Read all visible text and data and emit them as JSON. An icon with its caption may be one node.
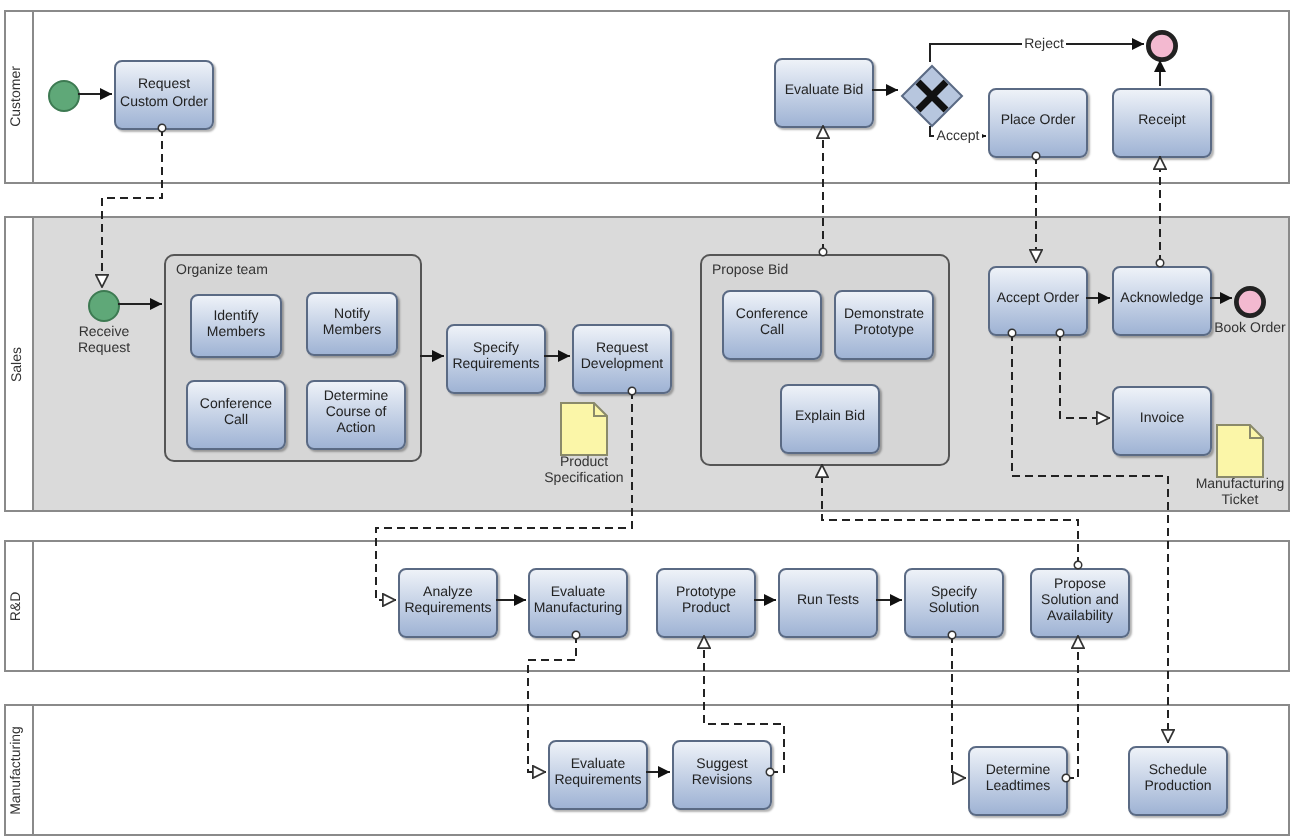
{
  "diagram": {
    "nodes": [
      {
        "text": [
          "Customer"
        ]
      },
      {
        "text": [
          "Sales"
        ]
      },
      {
        "text": [
          "R&D"
        ]
      },
      {
        "text": [
          "Manufacturing"
        ]
      },
      {
        "text": [],
        "shape": "circle",
        "in": 0
      },
      {
        "text": [
          "Request Custom Order"
        ],
        "in": 0
      },
      {
        "text": [
          "Evaluate Bid"
        ],
        "in": 0
      },
      {
        "text": [],
        "shape": "diamond",
        "in": 0
      },
      {
        "text": [
          "Place Order"
        ],
        "in": 0
      },
      {
        "text": [
          "Receipt"
        ],
        "in": 0
      },
      {
        "text": [],
        "shape": "circle",
        "in": 0
      },
      {
        "text": [],
        "shape": "circle",
        "in": 1,
        "beside": [
          "Receive Request"
        ]
      },
      {
        "text": [
          "Organize team"
        ],
        "in": 1
      },
      {
        "text": [
          "Identify Members"
        ],
        "in": 12
      },
      {
        "text": [
          "Notify Members"
        ],
        "in": 12
      },
      {
        "text": [
          "Conference Call"
        ],
        "in": 12
      },
      {
        "text": [
          "Determine Course of Action"
        ],
        "in": 12
      },
      {
        "text": [
          "Specify Requirements"
        ],
        "in": 1
      },
      {
        "text": [
          "Request Development"
        ],
        "in": 1
      },
      {
        "text": [
          "Product Specification"
        ],
        "in": 1
      },
      {
        "text": [
          "Propose Bid"
        ],
        "in": 1
      },
      {
        "text": [
          "Conference Call"
        ],
        "in": 20
      },
      {
        "text": [
          "Demonstrate Prototype"
        ],
        "in": 20
      },
      {
        "text": [
          "Explain Bid"
        ],
        "in": 20
      },
      {
        "text": [
          "Accept Order"
        ],
        "in": 1
      },
      {
        "text": [
          "Acknowledge"
        ],
        "in": 1
      },
      {
        "text": [],
        "shape": "circle",
        "in": 1,
        "beside": [
          "Book Order"
        ]
      },
      {
        "text": [
          "Invoice"
        ],
        "in": 1
      },
      {
        "text": [
          "Manufacturing Ticket"
        ],
        "in": 1
      },
      {
        "text": [
          "Analyze Requirements"
        ],
        "in": 2
      },
      {
        "text": [
          "Evaluate Manufacturing"
        ],
        "in": 2
      },
      {
        "text": [
          "Prototype Product"
        ],
        "in": 2
      },
      {
        "text": [
          "Run Tests"
        ],
        "in": 2
      },
      {
        "text": [
          "Specify Solution"
        ],
        "in": 2
      },
      {
        "text": [
          "Propose Solution and Availability"
        ],
        "in": 2
      },
      {
        "text": [
          "Evaluate Requirements"
        ],
        "in": 3
      },
      {
        "text": [
          "Suggest Revisions"
        ],
        "in": 3
      },
      {
        "text": [
          "Determine Leadtimes"
        ],
        "in": 3
      },
      {
        "text": [
          "Schedule Production"
        ],
        "in": 3
      }
    ],
    "edges": [
      {
        "from": 4,
        "to": 5,
        "arrow": "to"
      },
      {
        "from": 6,
        "to": 7,
        "arrow": "to"
      },
      {
        "from": 7,
        "to": 10,
        "arrow": "to",
        "label": "Reject"
      },
      {
        "from": 7,
        "to": 8,
        "arrow": "to",
        "label": "Accept"
      },
      {
        "from": 9,
        "to": 10,
        "arrow": "to"
      },
      {
        "from": 11,
        "to": 12,
        "arrow": "to"
      },
      {
        "from": 12,
        "to": 17,
        "arrow": "to"
      },
      {
        "from": 17,
        "to": 18,
        "arrow": "to"
      },
      {
        "from": 24,
        "to": 25,
        "arrow": "to"
      },
      {
        "from": 25,
        "to": 26,
        "arrow": "to"
      },
      {
        "from": 29,
        "to": 30,
        "arrow": "to"
      },
      {
        "from": 31,
        "to": 32,
        "arrow": "to"
      },
      {
        "from": 32,
        "to": 33,
        "arrow": "to"
      },
      {
        "from": 35,
        "to": 36,
        "arrow": "to"
      },
      {
        "from": 5,
        "to": 11,
        "arrow": "to",
        "style": "dashed"
      },
      {
        "from": 18,
        "to": 29,
        "arrow": "to",
        "style": "dashed"
      },
      {
        "from": 20,
        "to": 6,
        "arrow": "to",
        "style": "dashed"
      },
      {
        "from": 8,
        "to": 24,
        "arrow": "to",
        "style": "dashed"
      },
      {
        "from": 25,
        "to": 9,
        "arrow": "to",
        "style": "dashed"
      },
      {
        "from": 24,
        "to": 27,
        "arrow": "to",
        "style": "dashed"
      },
      {
        "from": 24,
        "to": 38,
        "arrow": "to",
        "style": "dashed"
      },
      {
        "from": 30,
        "to": 35,
        "arrow": "to",
        "style": "dashed"
      },
      {
        "from": 36,
        "to": 31,
        "arrow": "to",
        "style": "dashed"
      },
      {
        "from": 33,
        "to": 37,
        "arrow": "to",
        "style": "dashed"
      },
      {
        "from": 37,
        "to": 34,
        "arrow": "to",
        "style": "dashed"
      },
      {
        "from": 34,
        "to": 20,
        "arrow": "to",
        "style": "dashed"
      }
    ]
  }
}
